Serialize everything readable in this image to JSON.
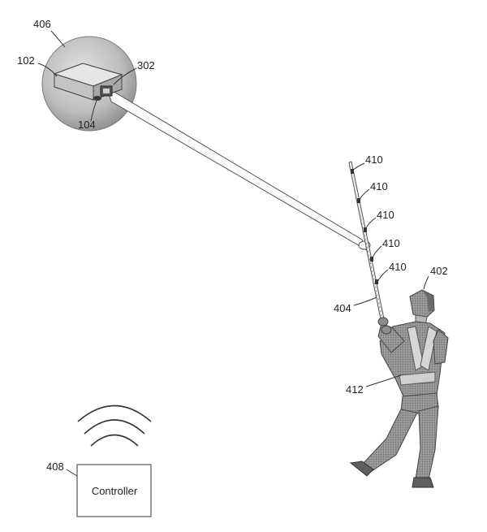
{
  "figure": {
    "labels": {
      "sphere": "406",
      "device": "102",
      "emitter": "302",
      "lens": "104",
      "sensors": [
        "410",
        "410",
        "410",
        "410",
        "410"
      ],
      "user": "402",
      "rod": "404",
      "harness": "412",
      "controller_ref": "408"
    },
    "controller": {
      "text": "Controller"
    }
  }
}
